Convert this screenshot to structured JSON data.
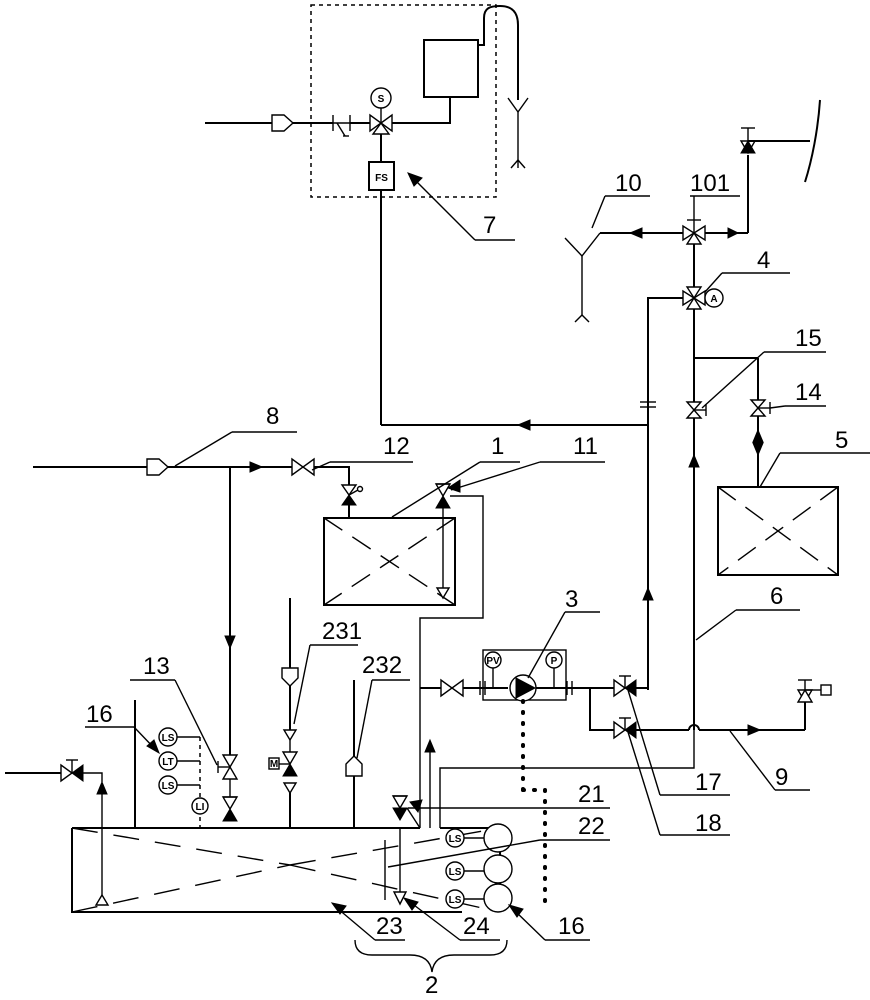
{
  "labels": {
    "l1": "1",
    "l2": "2",
    "l3": "3",
    "l4": "4",
    "l5": "5",
    "l6": "6",
    "l7": "7",
    "l8": "8",
    "l9": "9",
    "l10": "10",
    "l101": "101",
    "l11": "11",
    "l12": "12",
    "l13": "13",
    "l14": "14",
    "l15": "15",
    "l16a": "16",
    "l16b": "16",
    "l17": "17",
    "l18": "18",
    "l21": "21",
    "l22": "22",
    "l23": "23",
    "l24": "24",
    "l231": "231",
    "l232": "232"
  },
  "instruments": {
    "solenoid": "S",
    "flow_switch": "FS",
    "ammeter": "A",
    "pv": "PV",
    "pressure": "P",
    "ls1": "LS",
    "lt": "LT",
    "ls2": "LS",
    "li": "LI",
    "ls_r1": "LS",
    "ls_r2": "LS",
    "ls_r3": "LS",
    "motor": "M"
  }
}
